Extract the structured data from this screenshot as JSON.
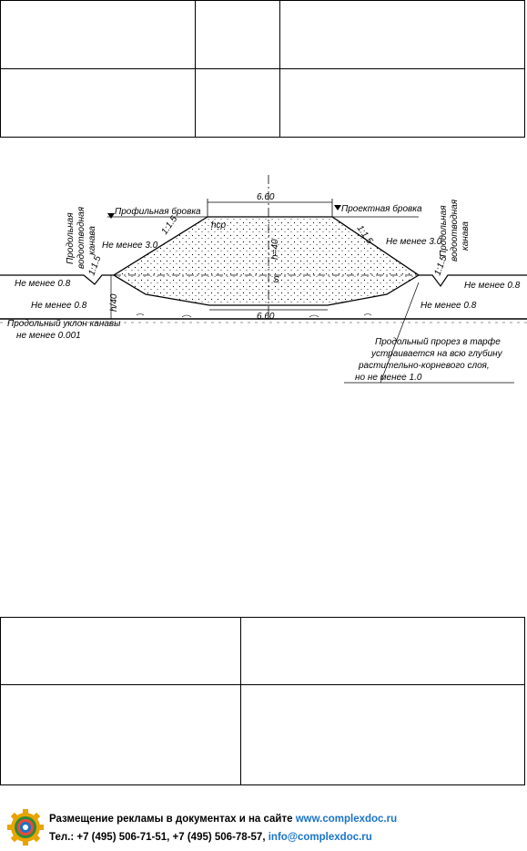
{
  "drawing": {
    "top_width": "6.60",
    "bottom_width": "6.60",
    "profile_edge": "Профильная бровка",
    "design_edge": "Проектная бровка",
    "left_ditch": [
      "Продольная",
      "водоотводная",
      "канава"
    ],
    "right_ditch": [
      "Продольная",
      "водоотводная",
      "канава"
    ],
    "slope_top_left": "1:1.5",
    "slope_top_right": "1:1.5",
    "slope_ditch_left": "1:1.5",
    "slope_ditch_right": "1:1.5",
    "min_3_left": "Не менее 3.0",
    "min_3_right": "Не менее 3.0",
    "min_08_left_top": "Не менее 0.8",
    "min_08_left_bottom": "Не менее 0.8",
    "min_08_right_top": "Не менее 0.8",
    "min_08_right_bottom": "Не менее 0.8",
    "h_label": "h/40",
    "hcp_label": "hср",
    "h40_label": "h=40",
    "s_label": "S",
    "long_slope": [
      "Продольный уклон канавы",
      "не менее 0.001"
    ],
    "note": [
      "Продольный прорез в тарфе",
      "устраивается на всю глубину",
      "растительно-корневого слоя,",
      "но не менее  1.0"
    ]
  },
  "footer": {
    "line1_text": "Размещение рекламы в документах и на сайте ",
    "line1_link": "www.complexdoc.ru",
    "line2_text": "Тел.: +7 (495) 506-71-51, +7 (495) 506-78-57, ",
    "line2_link": "info@complexdoc.ru",
    "colors": {
      "link": "#1a73c8",
      "gear_outer": "#e8a400",
      "gear_ring": "#2e8b3a",
      "center": "#1a73c8"
    }
  }
}
